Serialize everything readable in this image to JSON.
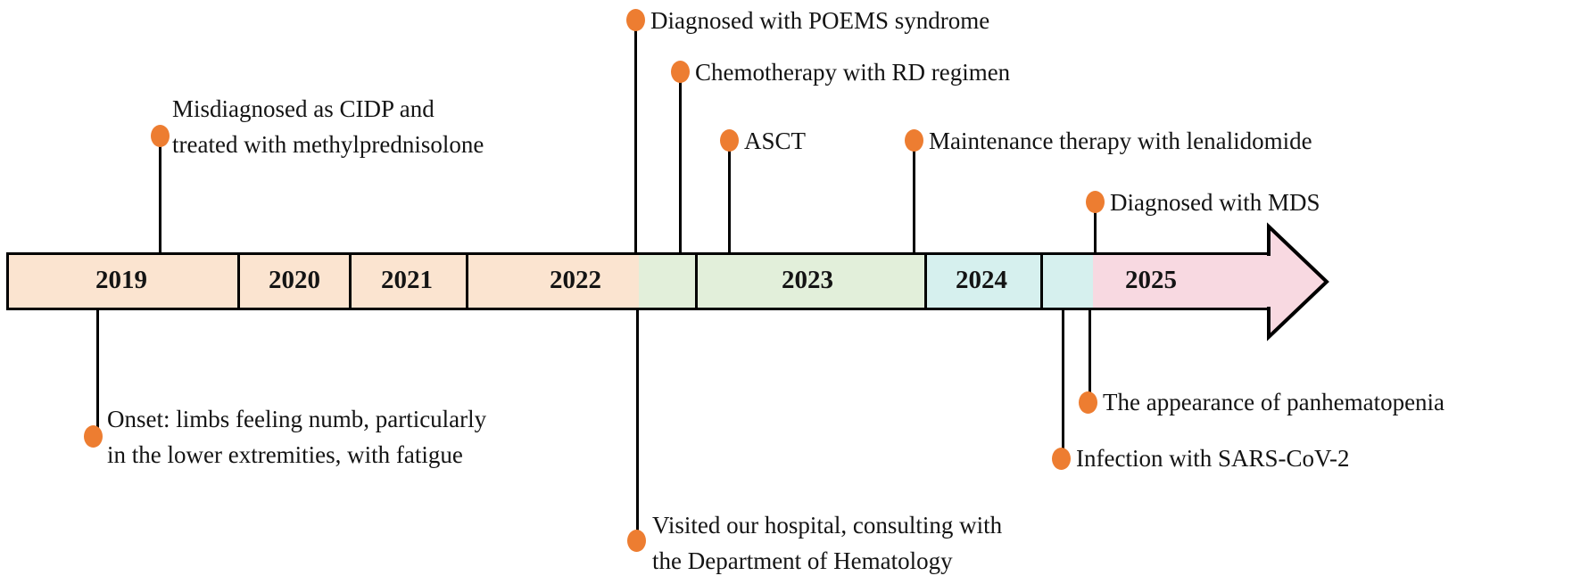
{
  "colors": {
    "peach": "#FBE4D0",
    "green": "#E2EFDA",
    "cyan": "#D6F0EE",
    "pink": "#F8D9E1",
    "dot_orange": "#ED7D31",
    "line_black": "#000000",
    "text": "#141414"
  },
  "timeline": {
    "years": [
      {
        "label": "2019"
      },
      {
        "label": "2020"
      },
      {
        "label": "2021"
      },
      {
        "label": "2022"
      },
      {
        "label": "2023"
      },
      {
        "label": "2024"
      },
      {
        "label": "2025"
      }
    ]
  },
  "events_above": [
    {
      "lines": [
        "Misdiagnosed as CIDP and",
        "treated with methylprednisolone"
      ]
    },
    {
      "lines": [
        "Diagnosed with POEMS syndrome"
      ]
    },
    {
      "lines": [
        "Chemotherapy with RD regimen"
      ]
    },
    {
      "lines": [
        "ASCT"
      ]
    },
    {
      "lines": [
        "Maintenance therapy with lenalidomide"
      ]
    },
    {
      "lines": [
        "Diagnosed with MDS"
      ]
    }
  ],
  "events_below": [
    {
      "lines": [
        "Onset: limbs feeling numb, particularly",
        "in the lower extremities, with fatigue"
      ]
    },
    {
      "lines": [
        "Visited our hospital, consulting with",
        "the Department of Hematology"
      ]
    },
    {
      "lines": [
        "The appearance of panhematopenia"
      ]
    },
    {
      "lines": [
        "Infection with SARS-CoV-2"
      ]
    }
  ]
}
